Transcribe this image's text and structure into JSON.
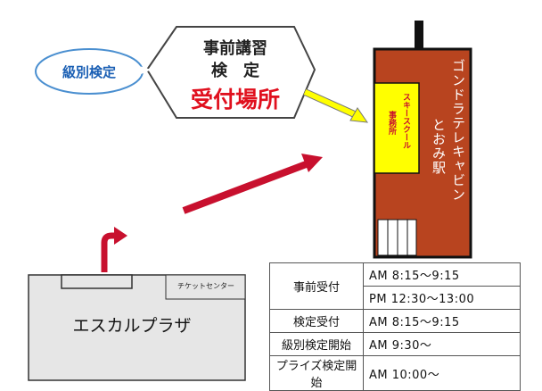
{
  "callout": {
    "tag": "級別検定",
    "line1": "事前講習",
    "line2": "検　定",
    "line3": "受付場所"
  },
  "station": {
    "name_line1": "ゴンドラテレキャビン",
    "name_line2": "とおみ駅",
    "office_line1": "スキースクール",
    "office_line2": "事務所"
  },
  "plaza": {
    "name": "エスカルプラザ",
    "ticket_center": "チケットセンター"
  },
  "schedule": [
    {
      "category": "事前受付",
      "times": [
        "AM 8:15〜9:15",
        "PM 12:30〜13:00"
      ]
    },
    {
      "category": "検定受付",
      "times": [
        "AM 8:15〜9:15"
      ]
    },
    {
      "category": "級別検定開始",
      "times": [
        "AM 9:30〜"
      ]
    },
    {
      "category": "プライズ検定開始",
      "times": [
        "AM 10:00〜"
      ]
    }
  ],
  "colors": {
    "building": "#b8441f",
    "office": "#ffff00",
    "arrow_red": "#c8102e",
    "arrow_yellow": "#ffff00",
    "callout_blue": "#1a5fb4",
    "title_red": "#e0101e"
  }
}
